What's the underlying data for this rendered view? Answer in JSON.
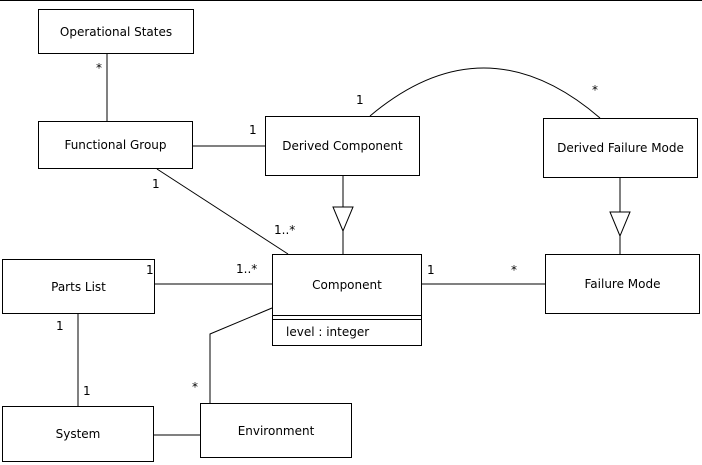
{
  "diagram": {
    "classes": {
      "operational_states": {
        "name": "Operational States"
      },
      "functional_group": {
        "name": "Functional Group"
      },
      "derived_component": {
        "name": "Derived Component"
      },
      "derived_failure_mode": {
        "name": "Derived Failure Mode"
      },
      "parts_list": {
        "name": "Parts List"
      },
      "component": {
        "name": "Component",
        "attribute": "level : integer"
      },
      "failure_mode": {
        "name": "Failure Mode"
      },
      "system": {
        "name": "System"
      },
      "environment": {
        "name": "Environment"
      }
    },
    "multiplicities": {
      "operational_states_functional_group": "*",
      "functional_group_derived_component": "1",
      "derived_component_arc": "1",
      "derived_failure_mode_arc": "*",
      "functional_group_component_near": "1",
      "functional_group_component_far": "1..*",
      "parts_list_component_near": "1",
      "parts_list_component_far": "1..*",
      "component_failure_mode_near": "1",
      "component_failure_mode_far": "*",
      "parts_list_system_near": "1",
      "parts_list_system_far": "1",
      "environment_component": "*"
    },
    "colors": {
      "stroke": "#000000",
      "fill": "#ffffff"
    }
  }
}
